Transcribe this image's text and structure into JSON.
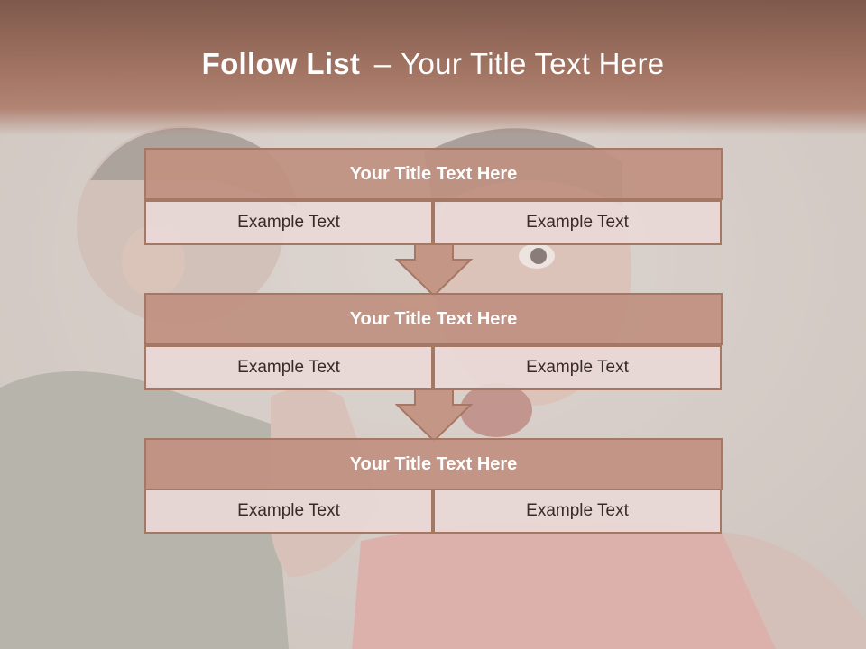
{
  "title": {
    "bold": "Follow List",
    "separator": "–",
    "rest": "Your Title Text Here"
  },
  "blocks": [
    {
      "title": "Your Title Text Here",
      "left": "Example Text",
      "right": "Example Text"
    },
    {
      "title": "Your Title Text Here",
      "left": "Example Text",
      "right": "Example Text"
    },
    {
      "title": "Your Title Text Here",
      "left": "Example Text",
      "right": "Example Text"
    }
  ],
  "colors": {
    "header": "#7c5648",
    "block_title": "#c09080",
    "block_border": "#a77766",
    "cell_fill": "#e8d8d6",
    "arrow_fill": "#c49686"
  }
}
